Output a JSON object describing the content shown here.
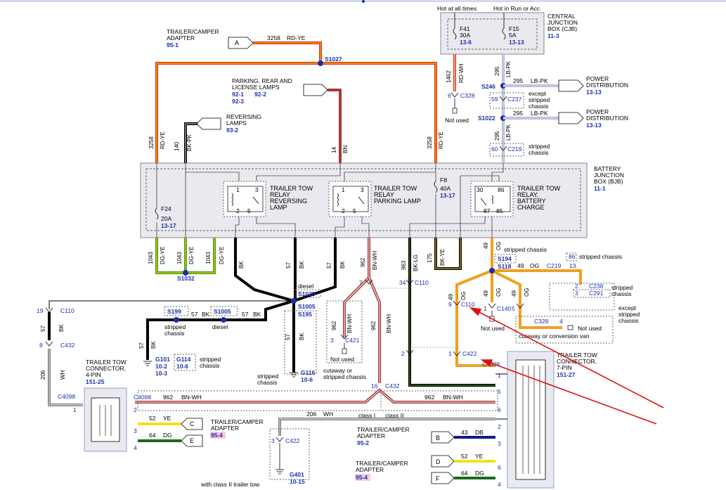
{
  "colors": {
    "red_yellow": "#e03010",
    "orange": "#f0a020",
    "brown": "#a83838",
    "green_yellow": "#4a9a10",
    "light_blue": "#a8c0dc",
    "black": "#000000",
    "yellow": "#f4e020",
    "dark_green": "#1c6a1c",
    "dark_blue": "#101a8a",
    "box_fill": "#e9e9ef",
    "ref_blue": "#1a2fb0",
    "arrow_red": "#e01010",
    "pink_ref": "#f7c8df"
  },
  "power": {
    "hot_at_all_times": "Hot at all times",
    "hot_in_run": "Hot in Run or Acc",
    "cjb": {
      "lines": [
        "CENTRAL",
        "JUNCTION",
        "BOX (CJB)"
      ],
      "ref": "11-3"
    },
    "f41": {
      "name": "F41",
      "amps": "30A",
      "ref": "13-6"
    },
    "f15": {
      "name": "F15",
      "amps": "5A",
      "ref": "13-13"
    }
  },
  "bjb": {
    "lines": [
      "BATTERY",
      "JUNCTION",
      "BOX (BJB)"
    ],
    "ref": "11-1",
    "f24": {
      "name": "F24",
      "amps": "20A",
      "ref": "13-17"
    },
    "f8": {
      "name": "F8",
      "amps": "40A",
      "ref": "13-17"
    },
    "relay_reversing": {
      "lines": [
        "TRAILER TOW",
        "RELAY",
        "REVERSING",
        "LAMP"
      ],
      "pins": [
        "1",
        "3",
        "2",
        "5"
      ]
    },
    "relay_parking": {
      "lines": [
        "TRAILER TOW",
        "RELAY",
        "PARKING LAMP"
      ],
      "pins": [
        "1",
        "3",
        "2",
        "5"
      ]
    },
    "relay_battery": {
      "lines": [
        "TRAILER TOW",
        "RELAY,",
        "BATTERY",
        "CHARGE"
      ],
      "pins": [
        "30",
        "86",
        "87",
        "85"
      ]
    }
  },
  "top_left": {
    "trailer_camper_adapter": {
      "lines": [
        "TRAILER/CAMPER",
        "ADAPTER"
      ],
      "ref": "95-1"
    },
    "connector_a": "A",
    "wire_3258": "3258",
    "rd_ye": "RD-YE",
    "s1027": "S1027",
    "parking_lamps": {
      "lines": [
        "PARKING, REAR AND",
        "LICENSE LAMPS"
      ],
      "ref1": "92-1",
      "ref2": "92-2",
      "ref3": "92-3"
    },
    "reversing_lamps": {
      "lines": [
        "REVERSING",
        "LAMPS"
      ],
      "ref": "93-2"
    },
    "wire_140": "140",
    "bk_pk": "BK-PK",
    "wire_14": "14",
    "bn": "BN"
  },
  "right_top": {
    "wire_1462": "1462",
    "rd_wh": "RD-WH",
    "c328_pin": "6",
    "c328": "C328",
    "not_used": "Not used",
    "wire_295": "295",
    "lb_pk": "LB-PK",
    "s246": "S246",
    "c237": "C237",
    "c237_pin": "59",
    "except_stripped": [
      "except",
      "stripped",
      "chassis"
    ],
    "s1022": "S1022",
    "c219": "C219",
    "c219_pin": "60",
    "stripped_chassis": [
      "stripped",
      "chassis"
    ],
    "power_distribution": [
      "POWER",
      "DISTRIBUTION"
    ],
    "pd_ref": "13-13"
  },
  "below_bjb": {
    "wire_1043": "1043",
    "dg_ye": "DG-YE",
    "s1032": "S1032",
    "wire_57": "57",
    "bk": "BK",
    "wire_962": "962",
    "bn_wh": "BN-WH",
    "wire_963": "963",
    "bk_lg": "BK-LG",
    "wire_175": "175",
    "bk_ye": "BK-YE",
    "wire_49": "49",
    "og": "OG",
    "stripped_chassis": "stripped chassis",
    "s194": "S194",
    "s118": "S118",
    "c219_13": "13",
    "c219": "C219",
    "pin_86": "86",
    "c238": "C238",
    "c238_pin": "2",
    "c291": "C291",
    "c291_pin": "3",
    "diesel": "diesel",
    "s1029": "S1029",
    "s1005": "S1005",
    "s195": "S195",
    "s199": "S199",
    "stripped": [
      "stripped",
      "chassis"
    ]
  },
  "mid": {
    "c110": "C110",
    "c110_pin_19": "19",
    "c110_pin_7": "7",
    "c110_pin_34": "34",
    "c110_pin_9": "9",
    "c432": "C432",
    "c432_pin_8": "8",
    "c432_pin_16": "16",
    "wire_206": "206",
    "wh": "WH",
    "c421": "C421",
    "c421_pin": "3",
    "cutaway_stripped": [
      "cutaway or",
      "stripped chassis"
    ],
    "not_used": "Not used",
    "g101": {
      "name": "G101",
      "ref1": "10-2",
      "ref2": "10-3"
    },
    "g114": {
      "name": "G114",
      "ref": "10-6"
    },
    "g116": {
      "name": "G116",
      "ref": "10-6"
    },
    "c140": "C140",
    "c140_pin": "1",
    "c237_pin": "5",
    "c328_4": "4",
    "c328": "C328",
    "cutaway_conversion": "cutaway or conversion van",
    "except_stripped": [
      "except",
      "stripped",
      "chassis"
    ],
    "c422": "C422",
    "c422_pin_1": "1",
    "c422_pin_2": "2",
    "c4099": "C4099"
  },
  "bottom": {
    "connector_4pin": {
      "lines": [
        "TRAILER TOW",
        "CONNECTOR,",
        "4-PIN"
      ],
      "ref": "151-25"
    },
    "connector_7pin": {
      "lines": [
        "TRAILER TOW",
        "CONNECTOR,",
        "7-PIN"
      ],
      "ref": "151-27"
    },
    "c4098": "C4098",
    "pin_1": "1",
    "pin_2": "2",
    "pin_3": "3",
    "pin_4": "4",
    "pin_5": "5",
    "pin_6": "6",
    "wire_52": "52",
    "ye": "YE",
    "wire_64": "64",
    "dg": "DG",
    "wire_43": "43",
    "db": "DB",
    "connector_b": "B",
    "connector_c": "C",
    "connector_d": "D",
    "connector_e": "E",
    "connector_f": "F",
    "adapter_95_4": {
      "lines": [
        "TRAILER/CAMPER",
        "ADAPTER"
      ],
      "ref": "95-4"
    },
    "adapter_95_2": {
      "lines": [
        "TRAILER/CAMPER",
        "ADAPTER"
      ],
      "ref": "95-2"
    },
    "class_1": "class I",
    "class_2": "class II",
    "c422_3": "3",
    "c422": "C422",
    "g401": {
      "name": "G401",
      "ref": "10-15"
    },
    "with_class_2": "with class II trailer tow"
  }
}
